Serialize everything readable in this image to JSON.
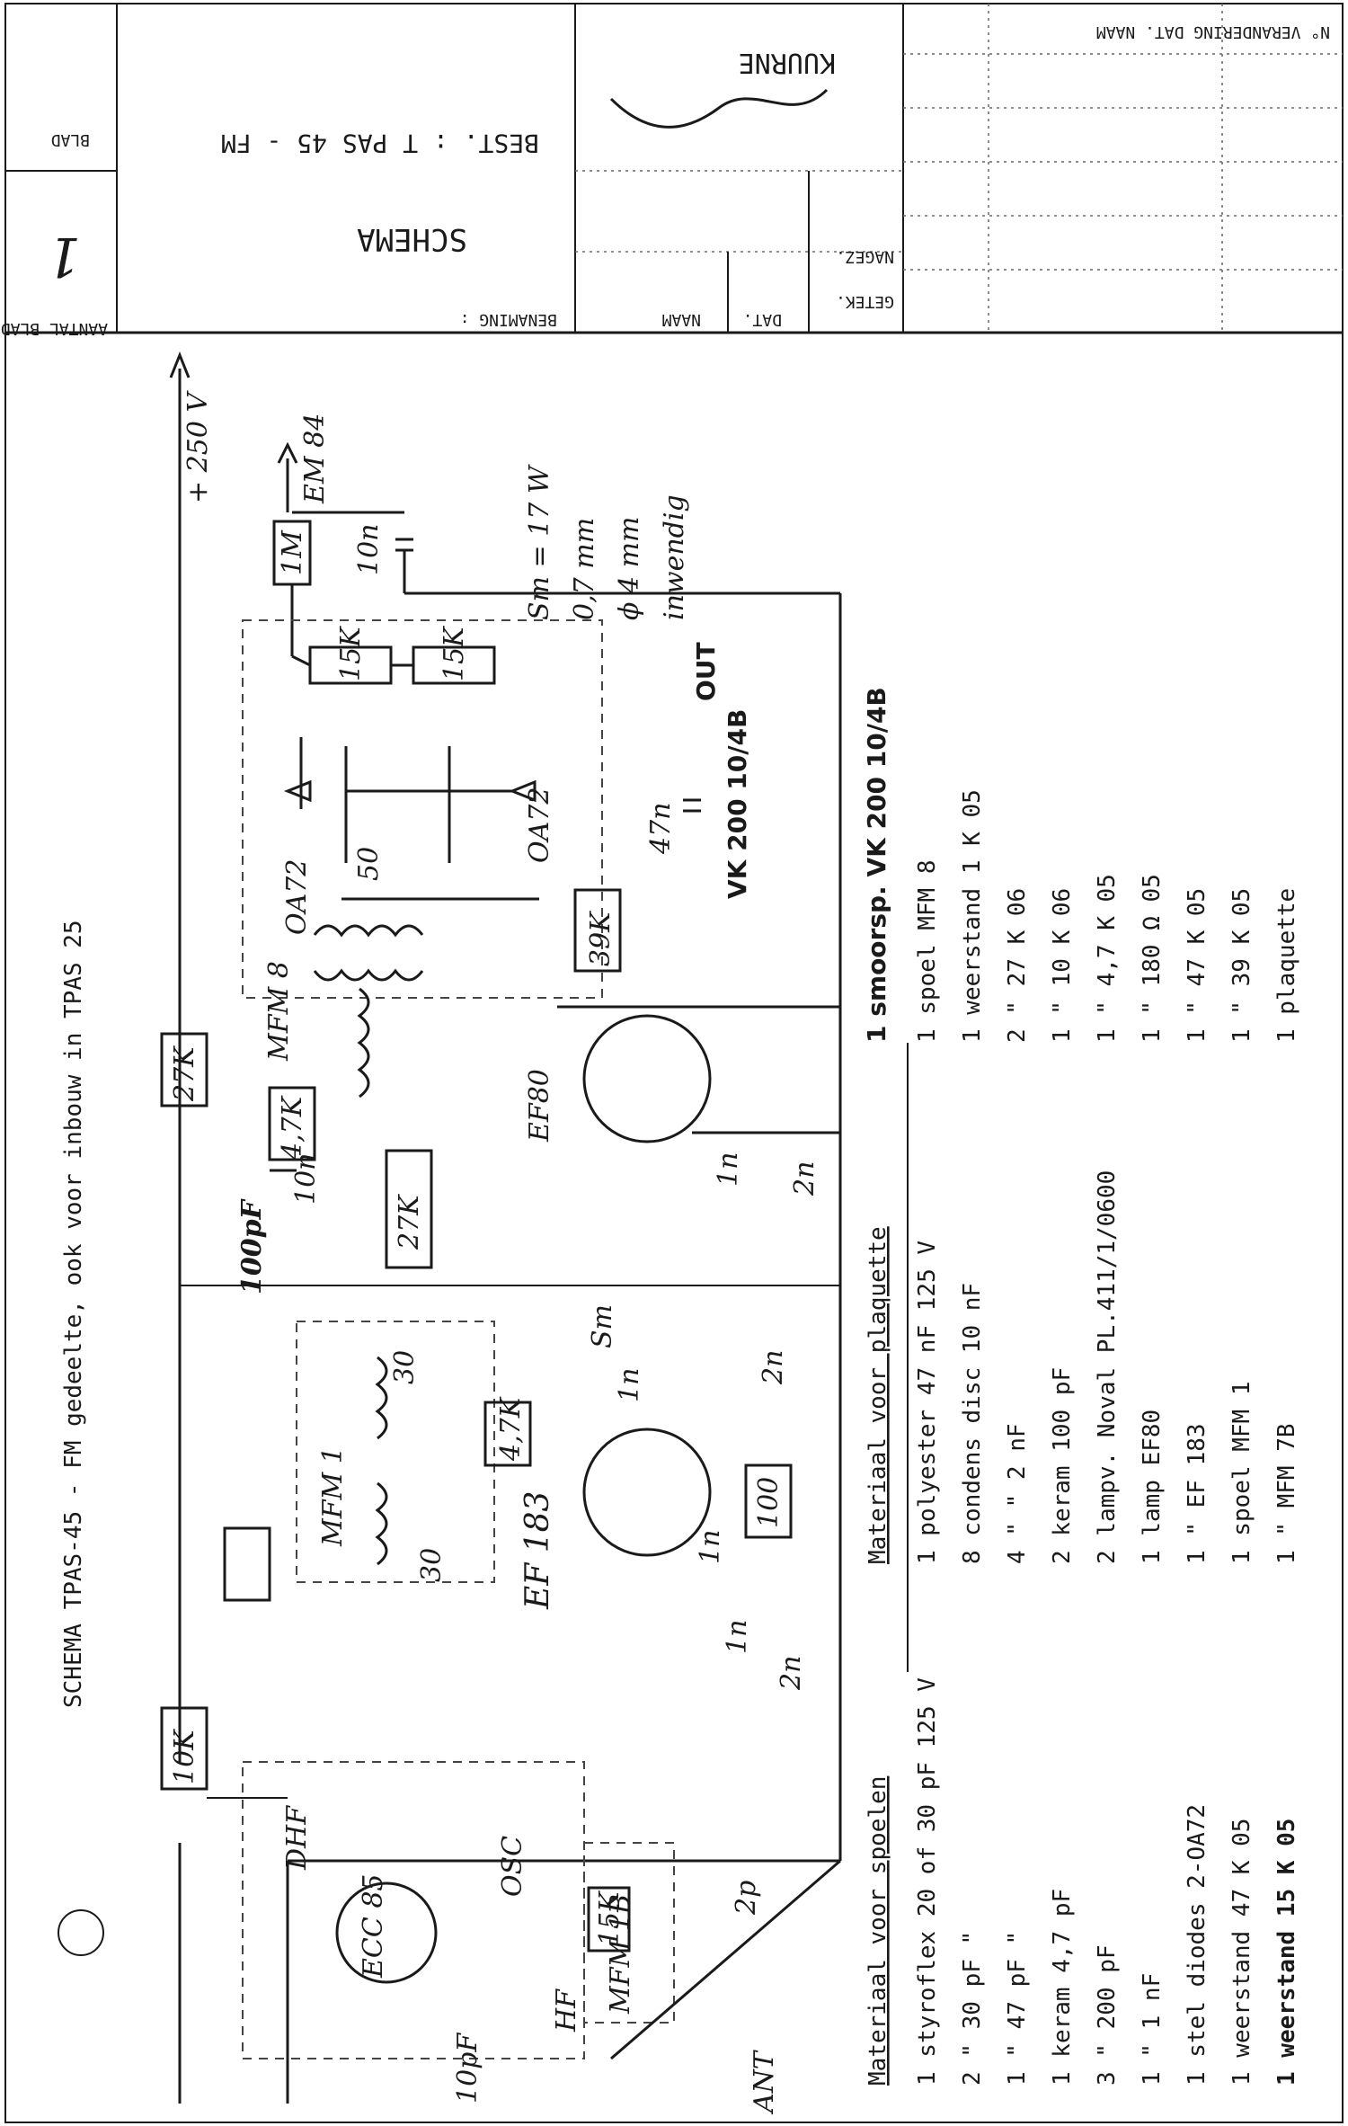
{
  "title_block": {
    "blad_label": "BLAD",
    "blad_value": "1",
    "antal_label": "AANTAL BLADEN",
    "schema": "SCHEMA",
    "best": "BEST. : T PAS 45 - FM",
    "benaming": "BENAMING :",
    "company": "KUURNE",
    "dat_label": "DAT.",
    "naam_label": "NAAM",
    "getek": "GETEK.",
    "nagez": "NAGEZ.",
    "changes_header": "N° VERANDERING  DAT.  NAAM"
  },
  "heading": "SCHEMA TPAS-45 - FM gedeelte, ook voor inbouw in TPAS 25",
  "voltage": "+ 250 V",
  "em_label": "EM 84",
  "notes": {
    "sm": "Sm = 17 W",
    "sm2": "0,7 mm",
    "sm3": "ϕ 4 mm",
    "sm4": "inwendig",
    "out1": "OUT",
    "out2": "VK 200 10/4B",
    "choke": "1 smoorsp. VK 200 10/4B"
  },
  "components": {
    "r1m": "1M",
    "r15k_a": "15K",
    "r15k_b": "15K",
    "c10n_top": "10n",
    "diode_a": "OA72",
    "diode_b": "OA72",
    "mfm8": "MFM 8",
    "c50": "50",
    "c100p": "100pF",
    "c10n_mid": "10n",
    "r27k": "27K",
    "r27k_b": "27K",
    "r39k": "39K",
    "c47n": "47n",
    "ef80": "EF80",
    "c1n": "1n",
    "c1n2": "1n",
    "c2n": "2n",
    "c2n_b": "2n",
    "mfm1": "MFM 1",
    "c30a": "30",
    "c30b": "30",
    "r47k": "4,7K",
    "r47k_b": "4,7K",
    "sm_coil": "Sm",
    "ef183": "EF 183",
    "r100": "100",
    "c1n3": "1n",
    "r10k": "10K",
    "ecc85": "ECC 85",
    "dhf": "DHF",
    "osc": "OSC",
    "hf": "HF",
    "mfm_b": "MFM 1B",
    "r15k_c": "15K",
    "c2p": "2p",
    "ant": "ANT",
    "c10pf": "10pF",
    "c1n4": "1n",
    "c2n4": "2n"
  },
  "parts_coils": {
    "header": "Materiaal voor spoelen",
    "items": [
      "1 styroflex 20 of 30 pF 125 V",
      "2   \"      30 pF   \"",
      "1   \"      47 pF   \"",
      "1 keram 4,7 pF",
      "3   \"   200 pF",
      "1   \"   1 nF",
      "1 stel diodes 2-OA72",
      "1 weerstand 47 K 05",
      "1 weerstand 15 K 05"
    ]
  },
  "parts_plate": {
    "header": "Materiaal voor plaquette",
    "items": [
      "1 polyester 47 nF 125 V",
      "8 condens disc 10 nF",
      "4   \"   \"   2 nF",
      "2 keram 100 pF",
      "2 lampv. Noval PL.411/1/0600",
      "1 lamp EF80",
      "1   \"   EF 183",
      "1 spoel MFM 1",
      "1   \"   MFM 7B"
    ]
  },
  "parts_right": {
    "items": [
      "1 spoel MFM 8",
      "1 weerstand 1 K 05",
      "2   \"   27 K 06",
      "1   \"   10 K 06",
      "1   \"   4,7 K 05",
      "1   \"   180 Ω 05",
      "1   \"   47 K 05",
      "1   \"   39 K 05",
      "1 plaquette"
    ]
  }
}
